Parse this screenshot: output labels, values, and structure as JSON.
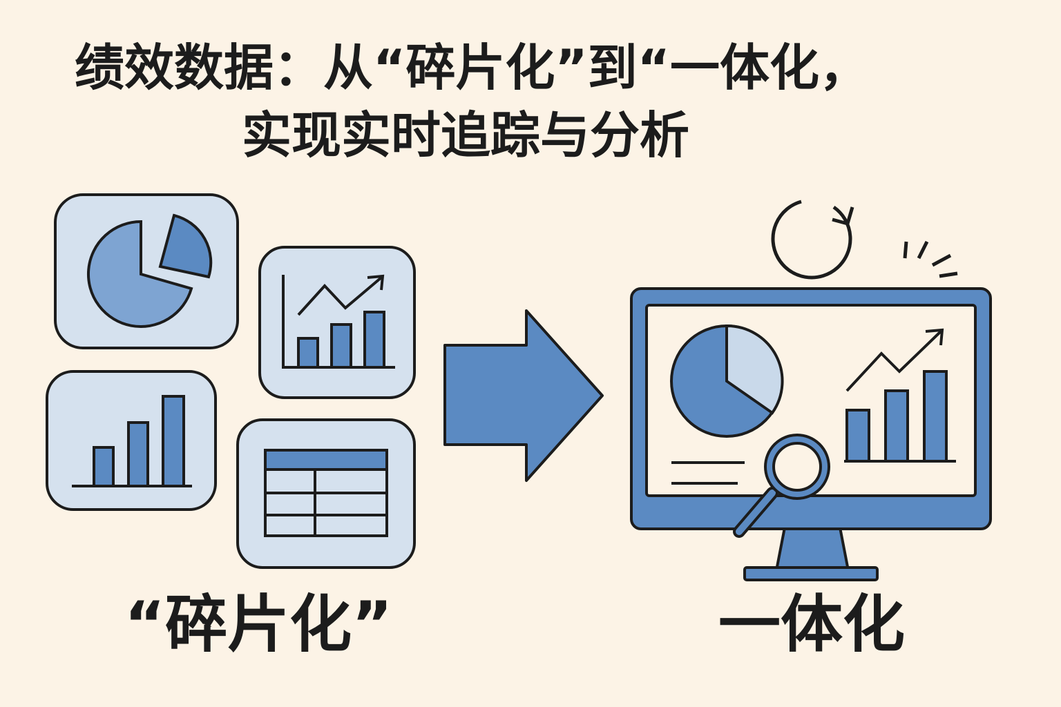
{
  "title": {
    "line1": "绩效数据：从“碎片化”到“一体化，",
    "line2": "实现实时追踪与分析"
  },
  "labels": {
    "fragmented": "“碎片化”",
    "integrated": "一体化"
  },
  "colors": {
    "background": "#fcf3e6",
    "panel_fill": "#d5e1ee",
    "accent_blue": "#5b8ac2",
    "light_blue": "#c9d9ea",
    "outline": "#1c1c1c"
  },
  "icons": [
    "pie-chart-icon",
    "line-bar-chart-icon",
    "bar-chart-icon",
    "table-icon",
    "arrow-right-icon",
    "refresh-icon",
    "monitor-icon",
    "magnifier-icon"
  ]
}
